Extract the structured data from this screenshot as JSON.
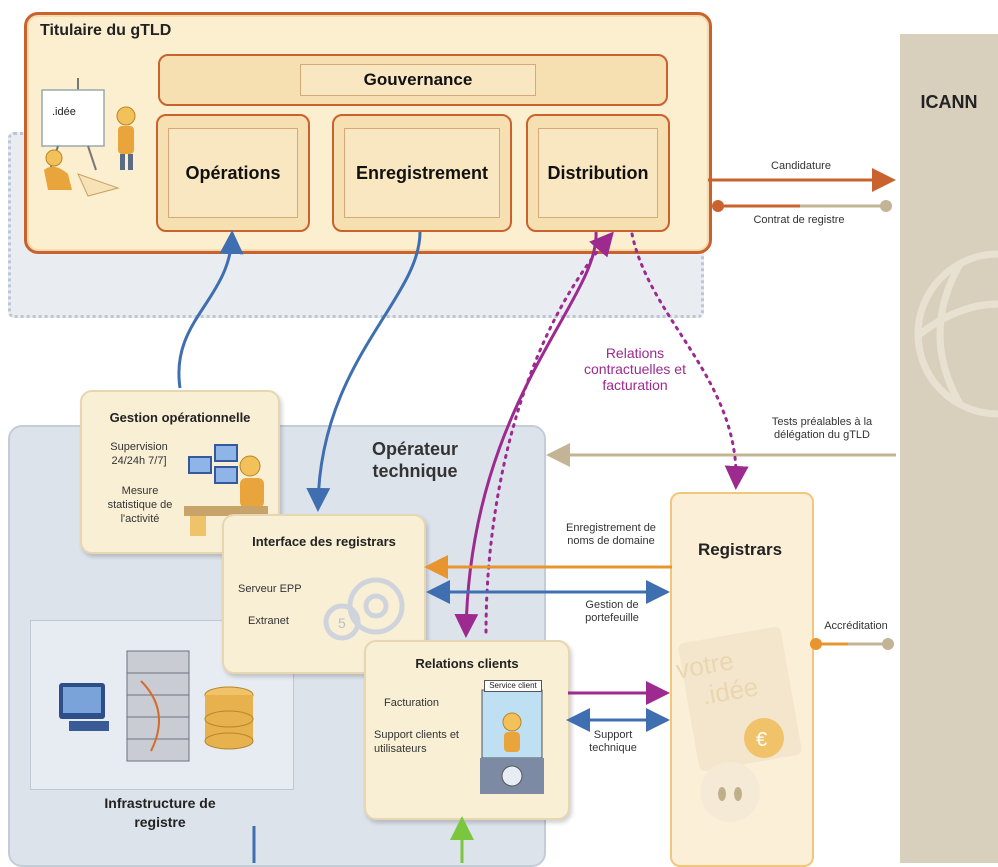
{
  "gtld": {
    "title": "Titulaire du gTLD",
    "governance": "Gouvernance",
    "operations": "Opérations",
    "registration": "Enregistrement",
    "distribution": "Distribution",
    "idea_board": ".idée"
  },
  "icann": {
    "label": "ICANN"
  },
  "links": {
    "application": "Candidature",
    "registry_contract": "Contrat de registre",
    "contract_billing": "Relations contractuelles et facturation",
    "predelegation_tests": "Tests préalables à la délégation du gTLD",
    "domain_registration": "Enregistrement de noms de domaine",
    "portfolio_management": "Gestion de portefeuille",
    "accreditation": "Accréditation",
    "tech_support": "Support technique"
  },
  "operator": {
    "title": "Opérateur technique"
  },
  "ops_management": {
    "title": "Gestion opérationnelle",
    "supervision": "Supervision 24/24h 7/7]",
    "stats": "Mesure statistique de l'activité"
  },
  "registrar_interface": {
    "title": "Interface des registrars",
    "epp": "Serveur EPP",
    "extranet": "Extranet"
  },
  "client_relations": {
    "title": "Relations clients",
    "billing": "Facturation",
    "support": "Support clients et utilisateurs",
    "service_sign": "Service client"
  },
  "infrastructure": {
    "title": "Infrastructure de registre"
  },
  "registrars": {
    "title": "Registrars",
    "watermark1": "votre",
    "watermark2": ".idée"
  },
  "colors": {
    "orange": "#c9622f",
    "blue": "#3f6fb0",
    "purple": "#9c2a8f",
    "tan": "#c2b494",
    "amber": "#e9952f",
    "green": "#7ac63f"
  }
}
